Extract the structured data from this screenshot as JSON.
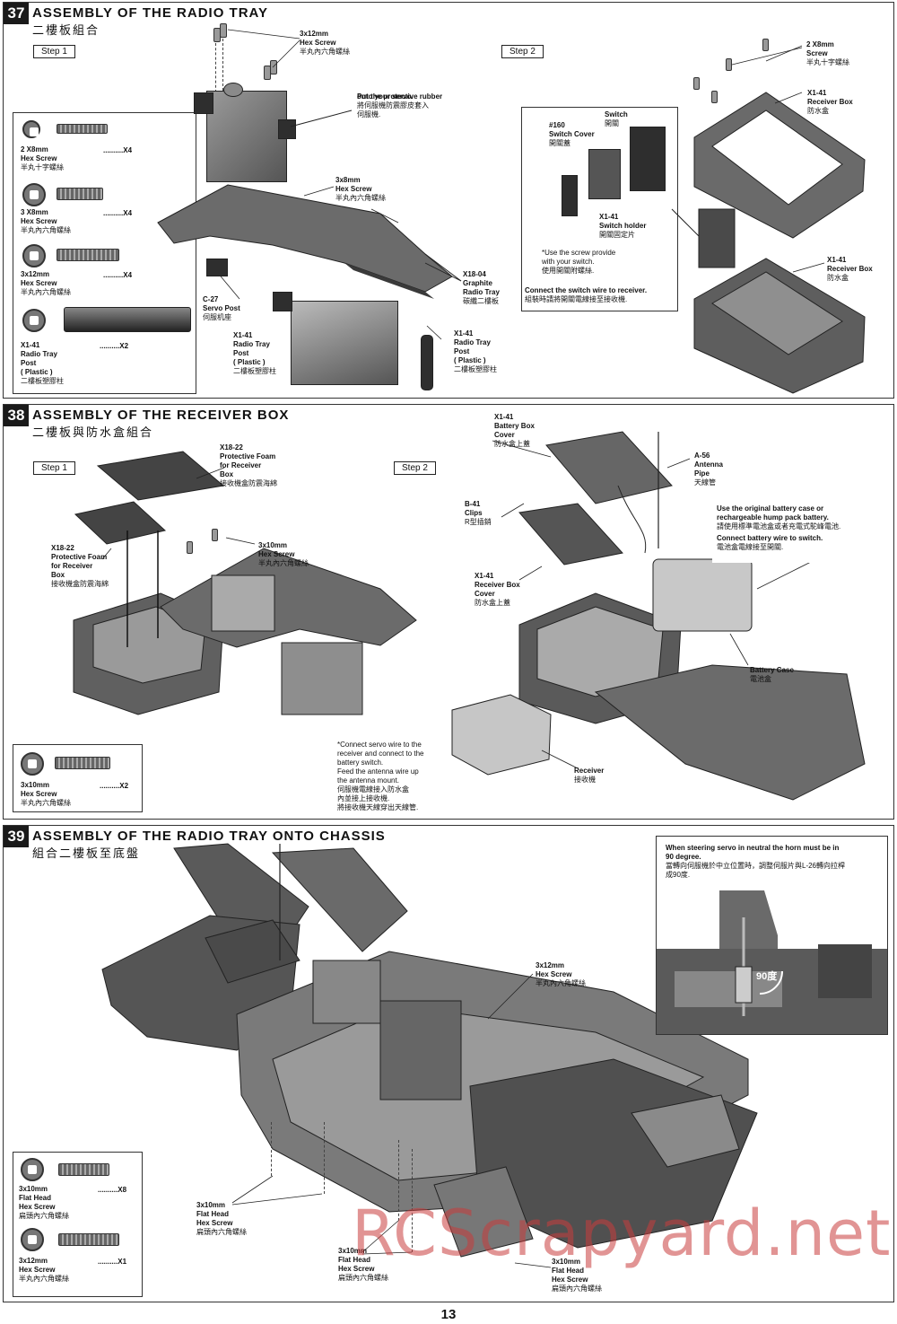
{
  "sections": [
    {
      "num": "37",
      "title": "ASSEMBLY OF THE RADIO TRAY",
      "subtitle": "二樓板組合",
      "steps": [
        "Step 1",
        "Step 2"
      ]
    },
    {
      "num": "38",
      "title": "ASSEMBLY OF THE  RECEIVER BOX",
      "subtitle": "二樓板與防水盒組合",
      "steps": [
        "Step 1",
        "Step 2"
      ]
    },
    {
      "num": "39",
      "title": "ASSEMBLY OF THE RADIO TRAY ONTO CHASSIS",
      "subtitle": "組合二樓板至底盤"
    }
  ],
  "s37": {
    "hw": [
      {
        "en": "2 X8mm",
        "en2": "Hex Screw",
        "zh": "半丸十字螺絲",
        "qty": "X4"
      },
      {
        "en": "3 X8mm",
        "en2": "Hex Screw",
        "zh": "半丸內六角螺絲",
        "qty": "X4"
      },
      {
        "en": "3x12mm",
        "en2": "Hex Screw",
        "zh": "半丸內六角螺絲",
        "qty": "X4"
      },
      {
        "en": "X1-41",
        "en2": "Radio Tray",
        "en3": "Post",
        "en4": "( Plastic )",
        "zh": "二樓板塑膠柱",
        "qty": "X2"
      }
    ],
    "l_hex12": {
      "a": "3x12mm",
      "b": "Hex Screw",
      "zh": "半丸內六角螺絲"
    },
    "l_note": {
      "a": "Put the protective rubber",
      "b": "onto your servo.",
      "zh1": "將伺服機防震膠皮套入",
      "zh2": "伺服機."
    },
    "l_hex8": {
      "a": "3x8mm",
      "b": "Hex Screw",
      "zh": "半丸內六角螺絲"
    },
    "l_c27": {
      "a": "C-27",
      "b": "Servo Post",
      "zh": "伺服机座"
    },
    "l_x141a": {
      "a": "X1-41",
      "b": "Radio Tray",
      "c": "Post",
      "d": "( Plastic )",
      "zh": "二樓板塑膠柱"
    },
    "l_x141b": {
      "a": "X1-41",
      "b": "Radio Tray",
      "c": "Post",
      "d": "( Plastic )",
      "zh": "二樓板塑膠柱"
    },
    "l_x1804": {
      "a": "X18-04",
      "b": "Graphite",
      "c": "Radio Tray",
      "zh": "碳纖二樓板"
    },
    "l_switch": {
      "a": "Switch",
      "zh": "開關"
    },
    "l_160": {
      "a": "#160",
      "b": "Switch Cover",
      "zh": "開關蓋"
    },
    "l_holder": {
      "a": "X1-41",
      "b": "Switch holder",
      "zh": "開關固定片"
    },
    "l_usescrew": {
      "a": "*Use the screw provide",
      "b": "with your switch.",
      "zh": "使用開關附螺絲."
    },
    "l_connect": {
      "a": "Connect the switch wire to receiver.",
      "zh": "組裝時請將開關電線接至接收機."
    },
    "l_2x8": {
      "a": "2 X8mm",
      "b": "Screw",
      "zh": "半丸十字螺絲"
    },
    "l_rbox1": {
      "a": "X1-41",
      "b": "Receiver Box",
      "zh": "防水盒"
    },
    "l_rbox2": {
      "a": "X1-41",
      "b": "Receiver Box",
      "zh": "防水盒"
    }
  },
  "s38": {
    "hw": {
      "en": "3x10mm",
      "en2": "Hex Screw",
      "zh": "半丸內六角螺絲",
      "qty": "X2"
    },
    "l_foam1": {
      "a": "X18-22",
      "b": "Protective Foam",
      "c": "for Receiver",
      "d": "Box",
      "zh": "接收機盒防震海綿"
    },
    "l_foam2": {
      "a": "X18-22",
      "b": "Protective Foam",
      "c": "for Receiver",
      "d": "Box",
      "zh": "接收機盒防震海綿"
    },
    "l_hex10": {
      "a": "3x10mm",
      "b": "Hex Screw",
      "zh": "半丸內六角螺絲"
    },
    "l_note": {
      "a": "*Connect servo wire to the",
      "b": "receiver and connect to the",
      "c": "battery switch.",
      "d": "Feed the antenna wire up",
      "e": "the antenna mount.",
      "zh1": "伺服機電線接入防水盒",
      "zh2": "內並接上接收機.",
      "zh3": "將接收機天線穿出天線管."
    },
    "l_bcover": {
      "a": "X1-41",
      "b": "Battery Box",
      "c": "Cover",
      "zh": "防水盒上蓋"
    },
    "l_clips": {
      "a": "B-41",
      "b": "Clips",
      "zh": "R型插銷"
    },
    "l_rcover": {
      "a": "X1-41",
      "b": "Receiver Box",
      "c": "Cover",
      "zh": "防水盒上蓋"
    },
    "l_antenna": {
      "a": "A-56",
      "b": "Antenna",
      "c": "Pipe",
      "zh": "天線管"
    },
    "l_battnote": {
      "a": "Use the original battery case or",
      "b": "rechargeable hump pack battery.",
      "zh1": "請使用標準電池盒或者充電式駝峰電池.",
      "c": "Connect battery wire to switch.",
      "zh2": "電池盒電線接至開關."
    },
    "l_battcase": {
      "a": "Battery Case",
      "zh": "電池盒"
    },
    "l_receiver": {
      "a": "Receiver",
      "zh": "接收機"
    }
  },
  "s39": {
    "hw": [
      {
        "en": "3x10mm",
        "en2": "Flat Head",
        "en3": "Hex Screw",
        "zh": "扁頭內六角螺絲",
        "qty": "X8"
      },
      {
        "en": "3x12mm",
        "en2": "Hex Screw",
        "zh": "半丸內六角螺絲",
        "qty": "X1"
      }
    ],
    "l_hex12": {
      "a": "3x12mm",
      "b": "Hex Screw",
      "zh": "半丸內六角螺絲"
    },
    "l_flat1": {
      "a": "3x10mm",
      "b": "Flat Head",
      "c": "Hex Screw",
      "zh": "扁頭內六角螺絲"
    },
    "l_flat2": {
      "a": "3x10mm",
      "b": "Flat Head",
      "c": "Hex Screw",
      "zh": "扁頭內六角螺絲"
    },
    "l_flat3": {
      "a": "3x10mm",
      "b": "Flat Head",
      "c": "Hex Screw",
      "zh": "扁頭內六角螺絲"
    },
    "inset": {
      "a": "When steering servo in neutral the horn must be in",
      "b": "90 degree.",
      "zh1": "當轉向伺服機於中立位置時，調整伺服片與L-26轉向拉桿",
      "zh2": "成90度.",
      "angle": "90度"
    }
  },
  "page_number": "13",
  "watermark": "RCScrapyard.net"
}
